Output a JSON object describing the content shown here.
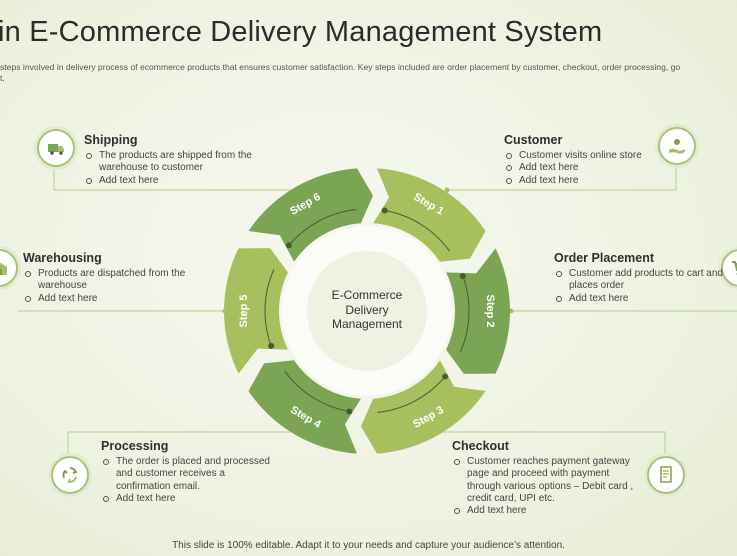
{
  "title": "in E-Commerce Delivery Management System",
  "subtitle_line1": "steps involved in delivery process of ecommerce products that ensures customer satisfaction. Key steps included are order placement by customer, checkout, order processing, go",
  "subtitle_line2": "t.",
  "center_label": "E-Commerce Delivery Management",
  "steps": [
    "Step 1",
    "Step 2",
    "Step 3",
    "Step 4",
    "Step 5",
    "Step 6"
  ],
  "colors": {
    "light_green": "#a8bf5d",
    "dark_green": "#7ba552",
    "line": "#b9cc8f"
  },
  "sections": {
    "shipping": {
      "title": "Shipping",
      "items": [
        "The products are shipped from the warehouse to customer",
        "Add text here"
      ],
      "icon": "truck-icon"
    },
    "customer": {
      "title": "Customer",
      "items": [
        "Customer visits online store",
        "Add text here",
        "Add text here"
      ],
      "icon": "customer-hand-icon"
    },
    "warehousing": {
      "title": "Warehousing",
      "items": [
        "Products are dispatched from the warehouse",
        "Add text here"
      ],
      "icon": "warehouse-icon"
    },
    "order_placement": {
      "title": "Order Placement",
      "items": [
        "Customer add products to cart and places order",
        "Add text here"
      ],
      "icon": "cart-icon"
    },
    "processing": {
      "title": "Processing",
      "items": [
        "The order is placed and processed and customer receives a confirmation email.",
        "Add text here"
      ],
      "icon": "recycle-icon"
    },
    "checkout": {
      "title": "Checkout",
      "items": [
        "Customer reaches payment gateway page and proceed with payment through various options – Debit card , credit card, UPI etc.",
        "Add text here"
      ],
      "icon": "invoice-icon"
    }
  },
  "footer": "This slide is 100% editable. Adapt it to your needs and capture your audience’s attention."
}
